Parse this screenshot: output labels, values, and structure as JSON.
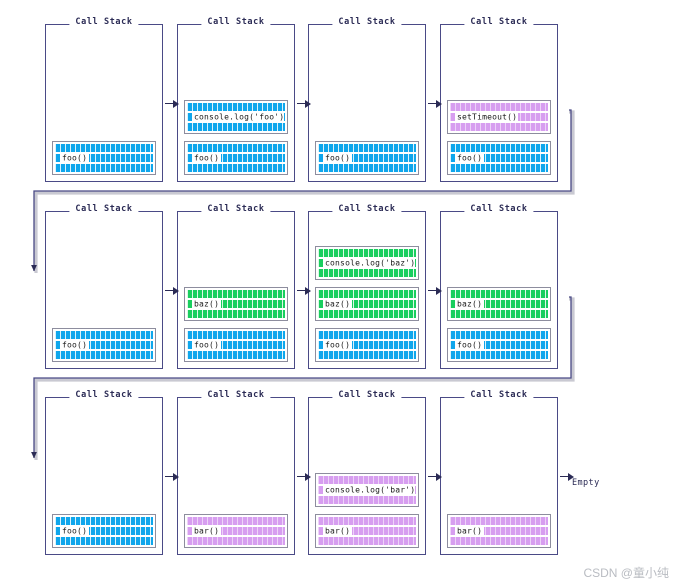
{
  "diagram": {
    "panel_legend": "Call Stack",
    "end_label": "Empty",
    "watermark": "CSDN @童小纯",
    "colors": {
      "blue": "#0fa6ec",
      "green": "#19ce5e",
      "purple": "#d79ef0",
      "panel_border": "#4a4a86",
      "frame_border": "#8d8d9e",
      "wire": "#4a4a86",
      "wire_shadow": "#c9c9d2"
    }
  },
  "rows": [
    {
      "panels": [
        {
          "legend": "Call Stack",
          "frames": [
            {
              "label": "foo()",
              "color": "blue"
            }
          ]
        },
        {
          "legend": "Call Stack",
          "frames": [
            {
              "label": "foo()",
              "color": "blue"
            },
            {
              "label": "console.log('foo')",
              "color": "blue"
            }
          ]
        },
        {
          "legend": "Call Stack",
          "frames": [
            {
              "label": "foo()",
              "color": "blue"
            }
          ]
        },
        {
          "legend": "Call Stack",
          "frames": [
            {
              "label": "foo()",
              "color": "blue"
            },
            {
              "label": "setTimeout()",
              "color": "purple"
            }
          ]
        }
      ]
    },
    {
      "panels": [
        {
          "legend": "Call Stack",
          "frames": [
            {
              "label": "foo()",
              "color": "blue"
            }
          ]
        },
        {
          "legend": "Call Stack",
          "frames": [
            {
              "label": "foo()",
              "color": "blue"
            },
            {
              "label": "baz()",
              "color": "green"
            }
          ]
        },
        {
          "legend": "Call Stack",
          "frames": [
            {
              "label": "foo()",
              "color": "blue"
            },
            {
              "label": "baz()",
              "color": "green"
            },
            {
              "label": "console.log('baz')",
              "color": "green"
            }
          ]
        },
        {
          "legend": "Call Stack",
          "frames": [
            {
              "label": "foo()",
              "color": "blue"
            },
            {
              "label": "baz()",
              "color": "green"
            }
          ]
        }
      ]
    },
    {
      "panels": [
        {
          "legend": "Call Stack",
          "frames": [
            {
              "label": "foo()",
              "color": "blue"
            }
          ]
        },
        {
          "legend": "Call Stack",
          "frames": [
            {
              "label": "bar()",
              "color": "purple"
            }
          ]
        },
        {
          "legend": "Call Stack",
          "frames": [
            {
              "label": "bar()",
              "color": "purple"
            },
            {
              "label": "console.log('bar')",
              "color": "purple"
            }
          ]
        },
        {
          "legend": "Call Stack",
          "frames": [
            {
              "label": "bar()",
              "color": "purple"
            }
          ]
        }
      ]
    }
  ]
}
